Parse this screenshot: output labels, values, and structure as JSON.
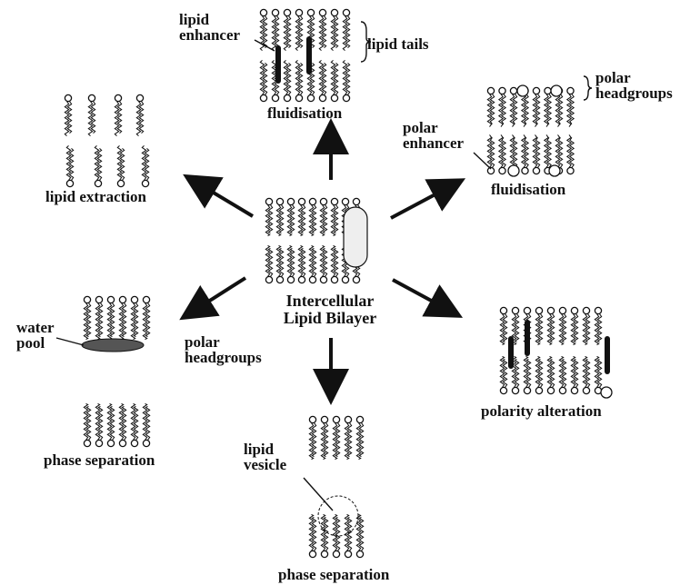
{
  "diagram": {
    "center": {
      "line1": "Intercellular",
      "line2": "Lipid Bilayer"
    },
    "top": {
      "caption": "fluidisation",
      "enhancer_line1": "lipid",
      "enhancer_line2": "enhancer",
      "tails": "lipid tails"
    },
    "top_right": {
      "caption": "fluidisation",
      "headgroups_line1": "polar",
      "headgroups_line2": "headgroups",
      "enhancer_line1": "polar",
      "enhancer_line2": "enhancer"
    },
    "top_left": {
      "caption": "lipid extraction"
    },
    "bottom_left": {
      "caption": "phase separation",
      "water_line1": "water",
      "water_line2": "pool",
      "headgroups_line1": "polar",
      "headgroups_line2": "headgroups"
    },
    "bottom": {
      "caption": "phase separation",
      "vesicle_line1": "lipid",
      "vesicle_line2": "vesicle"
    },
    "bottom_right": {
      "caption": "polarity alteration"
    }
  },
  "colors": {
    "ink": "#111111",
    "background": "#ffffff"
  }
}
